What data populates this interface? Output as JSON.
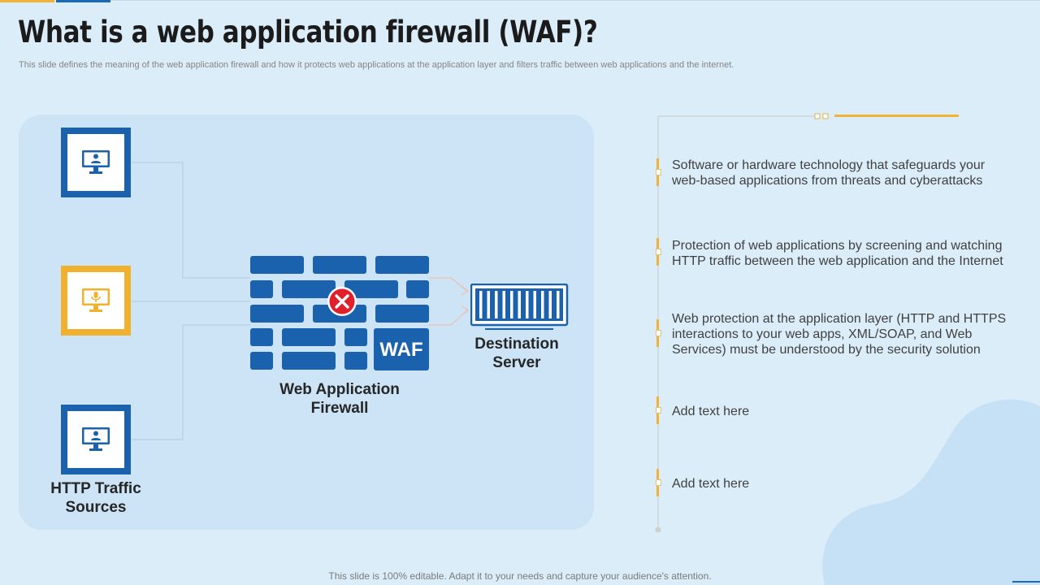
{
  "title": "What is a web application firewall (WAF)?",
  "subtitle": "This slide defines the meaning of the web application firewall and how it protects web applications at the application layer and filters traffic between web applications and the internet.",
  "diagram": {
    "sources_label": "HTTP Traffic Sources",
    "sources_label_line1": "HTTP Traffic",
    "sources_label_line2": "Sources",
    "waf_badge": "WAF",
    "firewall_label_line1": "Web Application",
    "firewall_label_line2": "Firewall",
    "server_label_line1": "Destination",
    "server_label_line2": "Server",
    "icons": [
      "user-monitor-icon",
      "microphone-monitor-icon",
      "user-monitor-icon",
      "block-x-icon",
      "server-icon"
    ]
  },
  "bullets": [
    {
      "line1": "Software or hardware technology that safeguards your",
      "line2": "web-based applications from threats  and cyberattacks",
      "line3": ""
    },
    {
      "line1": "Protection of web applications by screening and watching",
      "line2": "HTTP traffic between the web application and the Internet",
      "line3": ""
    },
    {
      "line1": "Web protection at the application layer (HTTP and HTTPS",
      "line2": "interactions to your web apps, XML/SOAP, and Web",
      "line3": "Services) must be understood by the security solution"
    },
    {
      "line1": "Add text here",
      "line2": "",
      "line3": ""
    },
    {
      "line1": "Add text here",
      "line2": "",
      "line3": ""
    }
  ],
  "footer": "This slide is 100% editable. Adapt it to your needs and capture your audience's attention.",
  "colors": {
    "background": "#dcedfa",
    "panel": "#cce4f6",
    "blue": "#1a62ad",
    "gold": "#f0b12e",
    "red": "#e0202a"
  }
}
